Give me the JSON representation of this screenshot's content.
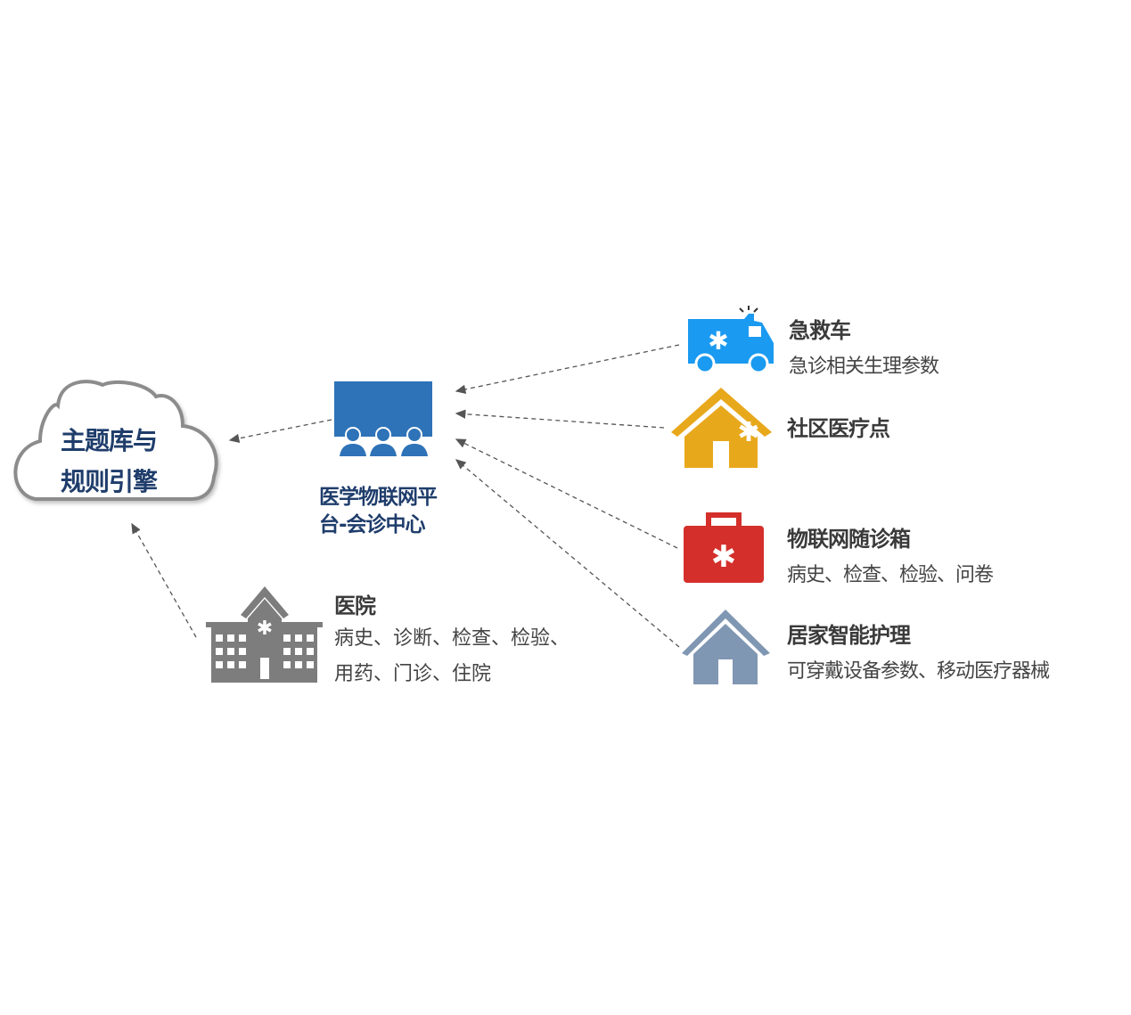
{
  "engine": {
    "line1": "主题库与",
    "line2": "规则引擎"
  },
  "platform": {
    "line1": "医学物联网平",
    "line2": "台-会诊中心"
  },
  "sources": {
    "ambulance": {
      "title": "急救车",
      "desc": "急诊相关生理参数"
    },
    "community": {
      "title": "社区医疗点"
    },
    "iot_box": {
      "title": "物联网随诊箱",
      "desc": "病史、检查、检验、问卷"
    },
    "home_care": {
      "title": "居家智能护理",
      "desc": "可穿戴设备参数、移动医疗器械"
    },
    "hospital": {
      "title": "医院",
      "desc": "病史、诊断、检查、检验、用药、门诊、住院"
    }
  },
  "colors": {
    "navy": "#1f3d6b",
    "board": "#2e73b8",
    "ambulance": "#1a9af0",
    "community": "#e8a81c",
    "iot_box": "#d42f2a",
    "home_care": "#8097b3",
    "hospital": "#7d7d7d"
  }
}
